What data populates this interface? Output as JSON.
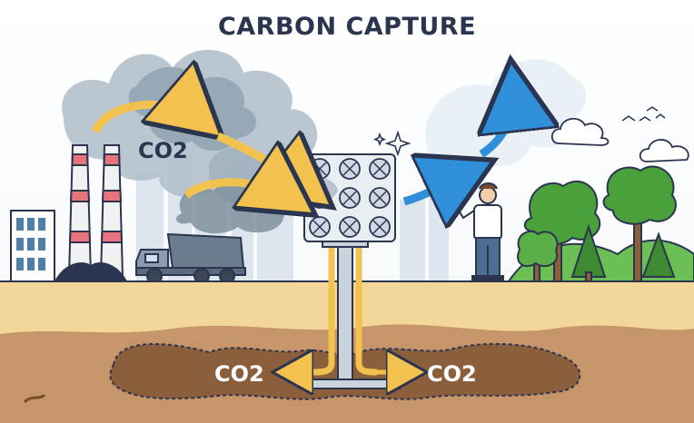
{
  "diagram": {
    "title": "CARBON CAPTURE",
    "labels": {
      "co2_air": "CO2",
      "co2_left": "CO2",
      "co2_right": "CO2"
    },
    "colors": {
      "title_text": "#2b3550",
      "flow_arrow": "#f2c14e",
      "clean_air_arrow": "#2f8fd8",
      "smoke": "#9fb0bd",
      "ground": "#f3d79a",
      "soil": "#c7956a",
      "storage_pocket": "#8b5e3c",
      "tree_green": "#4aa03a"
    },
    "icons": [
      "factory-icon",
      "smokestack-icon",
      "dump-truck-icon",
      "direct-air-capture-unit-icon",
      "person-icon",
      "tree-icon",
      "cloud-icon",
      "bird-icon",
      "sparkle-icon"
    ]
  }
}
